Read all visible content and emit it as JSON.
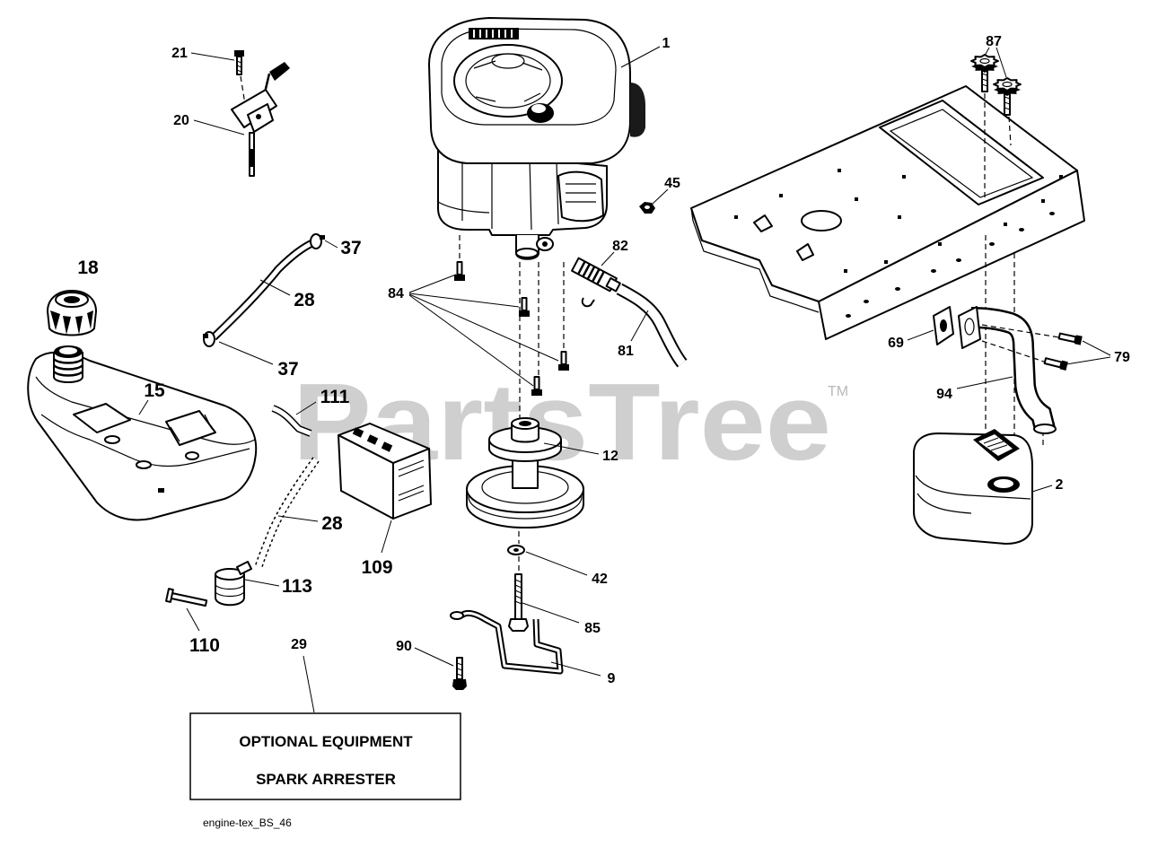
{
  "watermark": {
    "brand": "PartsTree",
    "trademark": "TM"
  },
  "callouts": [
    "1",
    "21",
    "20",
    "87",
    "45",
    "37",
    "82",
    "18",
    "28",
    "84",
    "81",
    "69",
    "79",
    "15",
    "37",
    "94",
    "111",
    "12",
    "2",
    "28",
    "109",
    "42",
    "113",
    "85",
    "110",
    "90",
    "29",
    "9"
  ],
  "optional_box": {
    "line1": "OPTIONAL EQUIPMENT",
    "line2": "SPARK ARRESTER"
  },
  "diagram_code": "engine-tex_BS_46",
  "colors": {
    "ink": "#000000",
    "watermark": "#cfcfcf",
    "background": "#ffffff"
  }
}
